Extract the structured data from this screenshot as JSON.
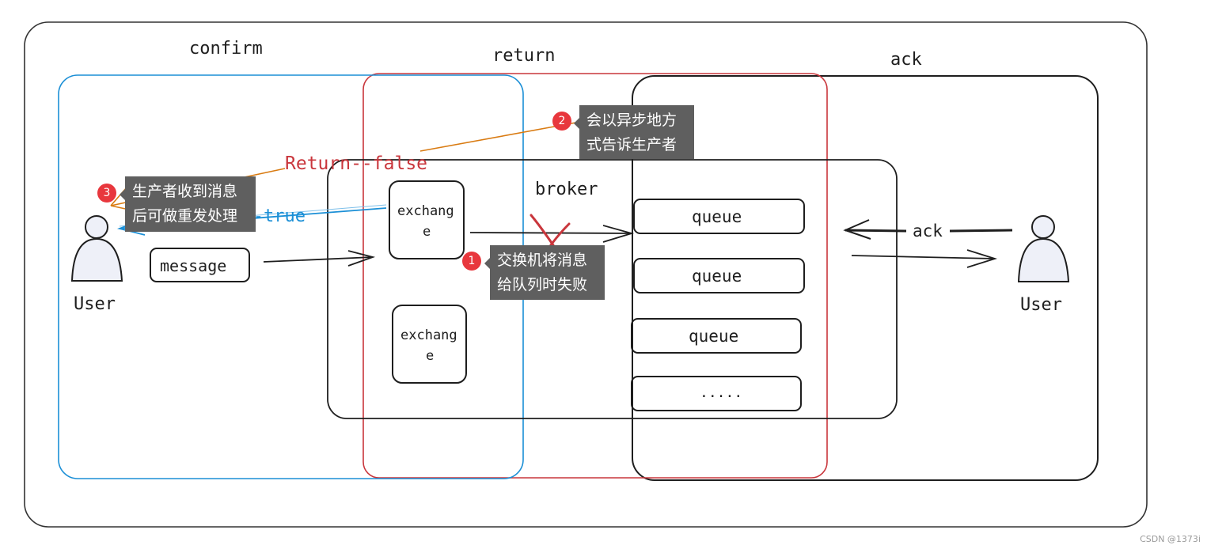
{
  "colors": {
    "confirm": "#1b8fd6",
    "return": "#c9363c",
    "orange": "#d97b12",
    "ink": "#1e1e1e",
    "note_bg": "#5f5f5f",
    "badge": "#e8373d"
  },
  "sections": {
    "confirm": "confirm",
    "return": "return",
    "ack": "ack"
  },
  "broker_label": "broker",
  "left_user_label": "User",
  "right_user_label": "User",
  "message_label": "message",
  "exchange1": {
    "line1": "exchang",
    "line2": "e"
  },
  "exchange2": {
    "line1": "exchang",
    "line2": "e"
  },
  "queues": [
    "queue",
    "queue",
    "queue",
    "....."
  ],
  "ack_label": "ack",
  "return_false_label": "Return--false",
  "return_true_label": "n---true",
  "notes": [
    {
      "number": "1",
      "lines": [
        "交换机将消息",
        "给队列时失败"
      ]
    },
    {
      "number": "2",
      "lines": [
        "会以异步地方",
        "式告诉生产者"
      ]
    },
    {
      "number": "3",
      "lines": [
        "生产者收到消息",
        "后可做重发处理"
      ]
    }
  ],
  "watermark": "CSDN @1373i"
}
